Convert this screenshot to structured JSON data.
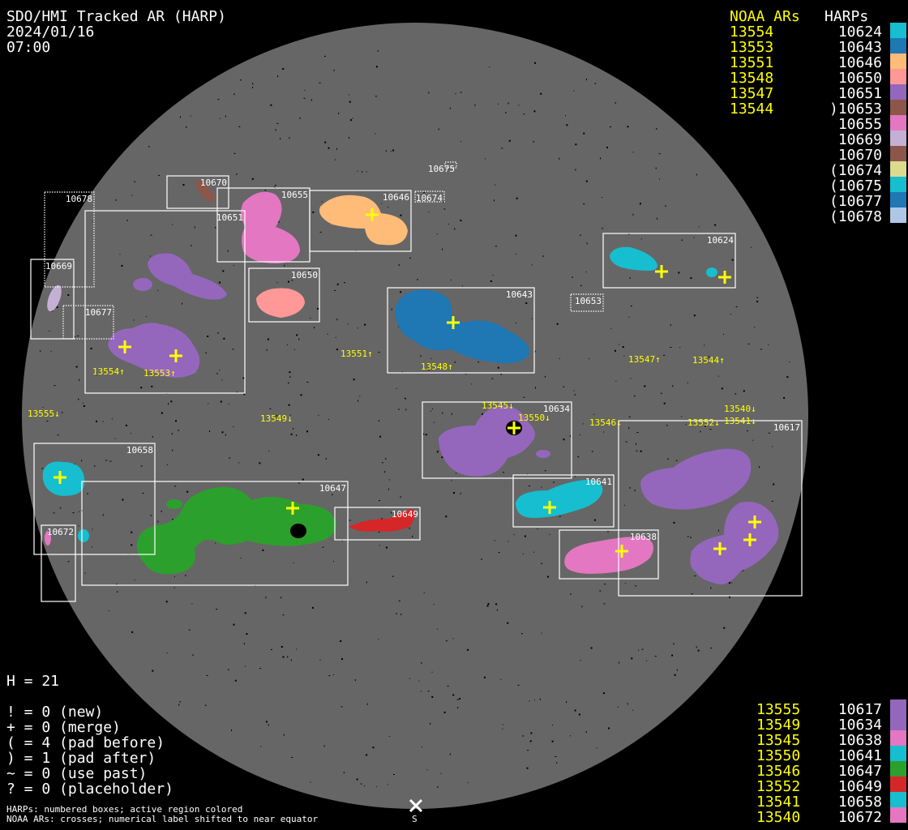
{
  "header": {
    "title": "SDO/HMI Tracked AR (HARP)",
    "date": "2024/01/16",
    "time": "07:00"
  },
  "legend_top": {
    "noaa_header": "NOAA ARs",
    "harps_header": "HARPs",
    "noaa": [
      "13554",
      "13553",
      "13551",
      "13548",
      "13547",
      "13544"
    ],
    "harps": [
      {
        "label": "10624",
        "color": "#17becf"
      },
      {
        "label": "10643",
        "color": "#1f77b4"
      },
      {
        "label": "10646",
        "color": "#ffbb78"
      },
      {
        "label": "10650",
        "color": "#ff9896"
      },
      {
        "label": "10651",
        "color": "#9467bd"
      },
      {
        "label": ")10653",
        "color": "#8c564b"
      },
      {
        "label": "10655",
        "color": "#e377c2"
      },
      {
        "label": "10669",
        "color": "#c5b0d5"
      },
      {
        "label": "10670",
        "color": "#8c564b"
      },
      {
        "label": "(10674",
        "color": "#dbdb8d"
      },
      {
        "label": "(10675",
        "color": "#17becf"
      },
      {
        "label": "(10677",
        "color": "#1f77b4"
      },
      {
        "label": "(10678",
        "color": "#aec7e8"
      }
    ]
  },
  "legend_bottom": [
    {
      "noaa": "13555",
      "harp": "10617",
      "color": "#9467bd"
    },
    {
      "noaa": "13549",
      "harp": "10634",
      "color": "#9467bd"
    },
    {
      "noaa": "13545",
      "harp": "10638",
      "color": "#e377c2"
    },
    {
      "noaa": "13550",
      "harp": "10641",
      "color": "#17becf"
    },
    {
      "noaa": "13546",
      "harp": "10647",
      "color": "#2ca02c"
    },
    {
      "noaa": "13552",
      "harp": "10649",
      "color": "#d62728"
    },
    {
      "noaa": "13541",
      "harp": "10658",
      "color": "#17becf"
    },
    {
      "noaa": "13540",
      "harp": "10672",
      "color": "#e377c2"
    }
  ],
  "stats": {
    "h_count": "H = 21",
    "lines": [
      "! = 0 (new)",
      "+ = 0 (merge)",
      "( = 4 (pad before)",
      ") = 1 (pad after)",
      "~ = 0 (use past)",
      "? = 0 (placeholder)"
    ]
  },
  "footnotes": [
    "HARPs: numbered boxes; active region colored",
    "NOAA ARs: crosses; numerical label shifted to near equator"
  ],
  "compass": {
    "south_label": "S"
  },
  "disk": {
    "disk_color": "#666666",
    "harp_boxes": [
      "10670",
      "10655",
      "10651",
      "10646",
      "10650",
      "10678",
      "10669",
      "10677",
      "10674",
      "10675",
      "10624",
      "10643",
      "10653",
      "10634",
      "10617",
      "10641",
      "10638",
      "10658",
      "10647",
      "10649",
      "10672"
    ],
    "noaa_labels": [
      "13555↓",
      "13549↓",
      "13554↑",
      "13553↑",
      "13551↑",
      "13548↑",
      "13547↑",
      "13544↑",
      "13545↓",
      "13550↓",
      "13546↓",
      "13552↓",
      "13540↓",
      "13541↓"
    ]
  }
}
